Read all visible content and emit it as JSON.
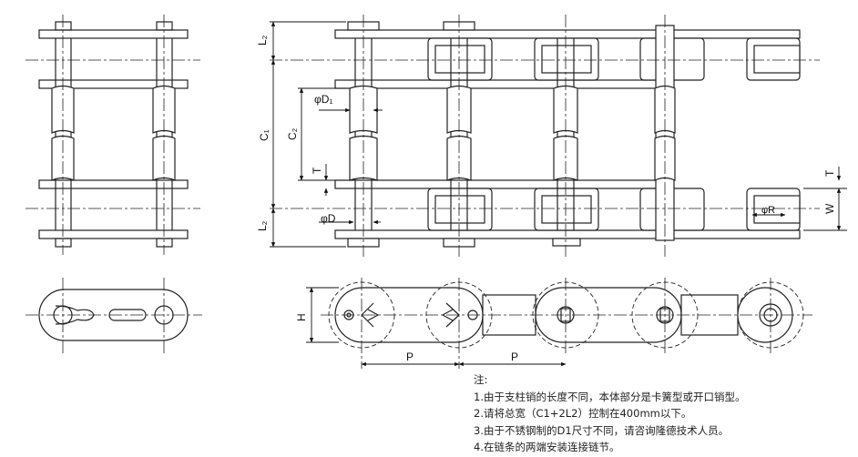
{
  "labels": {
    "L2": "L₂",
    "C1": "C₁",
    "C2": "C₂",
    "phiD1": "φD₁",
    "T": "T",
    "phiD": "φD",
    "phiR": "φR",
    "W": "W",
    "H": "H",
    "P": "P"
  },
  "notes": {
    "heading": "注:",
    "items": [
      "1.由于支柱销的长度不同，本体部分是卡簧型或开口销型。",
      "2.请将总宽（C1+2L2）控制在400mm以下。",
      "3.由于不锈钢制的D1尺寸不同，请咨询隆德技术人员。",
      "4.在链条的两端安装连接链节。"
    ]
  }
}
